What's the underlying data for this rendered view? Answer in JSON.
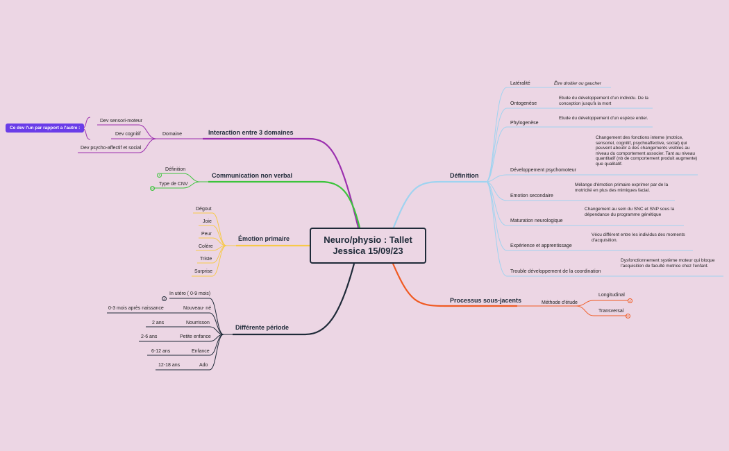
{
  "central_topic": "Neuro/physio : Tallet\nJessica 15/09/23",
  "callout": "Ce dev l'un par rapport a l'autre :",
  "colors": {
    "background": "#ecd6e4",
    "definition": "#9fd3f0",
    "processus": "#f05a22",
    "interaction": "#9b2fae",
    "communication": "#3bc43b",
    "emotion": "#f7c948",
    "periode": "#1e2a38",
    "callout": "#6a3de8"
  },
  "branches": {
    "definition": {
      "title": "Définition",
      "items": [
        {
          "label": "Latéralité",
          "note": "Être droitier ou gaucher"
        },
        {
          "label": "Ontogenèse",
          "note": "Etude du développement d'un individu. De la conception jusqu'à la mort"
        },
        {
          "label": "Phylogenèse",
          "note": "Etude du développement d'un espèce entier."
        },
        {
          "label": "Développement psychomoteur",
          "note": "Changement des fonctions interne (motrice, sensoriel, cognitif, psychoaffective, social) qui peuvent aboutir à des changements visibles au niveau du comportement associer. Tant au niveau quantitatif (nb de comportement produit augmente) que qualitatif."
        },
        {
          "label": "Emotion secondaire",
          "note": "Mélange d'émotion primaire exprimer par de la motricité en plus des mimiques facial."
        },
        {
          "label": "Maturation neurologique",
          "note": "Changement au sein du SNC et SNP sous la dépendance du programme génétique"
        },
        {
          "label": "Expérience et apprentissage",
          "note": "Vécu différent entre les individus des moments d'acquisition."
        },
        {
          "label": "Trouble développement de la coordination",
          "note": "Dysfonctionnement système moteur qui bloque l'acquisition de faculté motrice chez l'enfant."
        }
      ]
    },
    "processus": {
      "title": "Processus sous-jacents",
      "sub": "Méthode d'étude",
      "items": [
        {
          "label": "Longitudinal",
          "badge": "2"
        },
        {
          "label": "Transversal",
          "badge": "2"
        }
      ]
    },
    "interaction": {
      "title": "Interaction entre 3 domaines",
      "sub": "Domaine",
      "items": [
        "Dev sensori-moteur",
        "Dev cognitif",
        "Dev psycho-affectif et social"
      ]
    },
    "communication": {
      "title": "Communication non verbal",
      "items": [
        {
          "label": "Définition",
          "badge": "1"
        },
        {
          "label": "Type de CNV",
          "badge": "10"
        }
      ]
    },
    "emotion": {
      "title": "Émotion primaire",
      "items": [
        "Dégout",
        "Joie",
        "Peur",
        "Colère",
        "Triste",
        "Surprise"
      ]
    },
    "periode": {
      "title": "Différente période",
      "items": [
        {
          "label": "In utéro ( 0-9 mois)",
          "detail": "",
          "badge": "2"
        },
        {
          "label": "Nouveau- né",
          "detail": "0-3 mois après naissance"
        },
        {
          "label": "Nourrisson",
          "detail": "2 ans"
        },
        {
          "label": "Petite enfance",
          "detail": "2-6 ans"
        },
        {
          "label": "Enfance",
          "detail": "6-12 ans"
        },
        {
          "label": "Ado",
          "detail": "12-18 ans"
        }
      ]
    }
  }
}
